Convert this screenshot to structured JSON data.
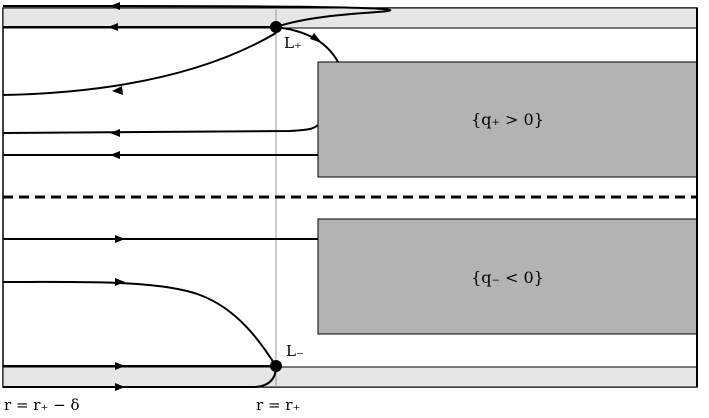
{
  "diagram": {
    "regions": {
      "q_plus": {
        "label": "{q₊ > 0}",
        "fill": "#b3b3b3"
      },
      "q_minus": {
        "label": "{q₋ < 0}",
        "fill": "#b3b3b3"
      }
    },
    "strips": {
      "fill": "#e6e6e6"
    },
    "points": {
      "L_plus": "L₊",
      "L_minus": "L₋"
    },
    "axis_labels": {
      "left": "r = r₊ − δ",
      "right": "r = r₊"
    }
  }
}
